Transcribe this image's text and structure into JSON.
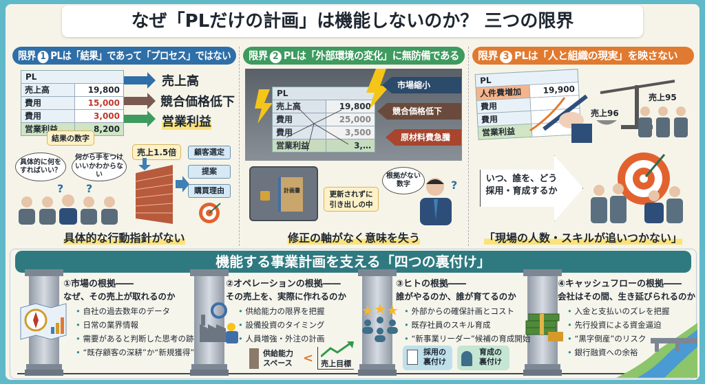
{
  "title": "なぜ「PLだけの計画」は機能しないのか？ 三つの限界",
  "limits": [
    {
      "prefix": "限界",
      "num": "1",
      "heading": "PLは「結果」であって「プロセス」ではない",
      "color": "#2f6fa8",
      "pl": {
        "label": "PL",
        "rows": [
          {
            "item": "売上高",
            "value": "19,800"
          },
          {
            "item": "費用",
            "value": "15,000"
          },
          {
            "item": "費用",
            "value": "3,000"
          },
          {
            "item": "営業利益",
            "value": "8,200"
          }
        ]
      },
      "arrow_labels": [
        "売上高",
        "競合価格低下",
        "営業利益"
      ],
      "callout": "結果の数字",
      "bubbles": [
        "具体的に何をすればいい？",
        "何から手をつけいいかわからない"
      ],
      "target_label": "売上1.5倍",
      "flow": [
        "顧客選定",
        "提案",
        "購買理由"
      ],
      "caption": "具体的な行動指針がない"
    },
    {
      "prefix": "限界",
      "num": "2",
      "heading": "PLは「外部環境の変化」に無防備である",
      "color": "#3e9a5e",
      "pl": {
        "label": "PL",
        "rows": [
          {
            "item": "売上高",
            "value": "19,800"
          },
          {
            "item": "費用",
            "value": "25,000"
          },
          {
            "item": "費用",
            "value": "3,500"
          },
          {
            "item": "営業利益",
            "value": "3,…"
          }
        ]
      },
      "forces": [
        "市場縮小",
        "競合価格低下",
        "原材料費急騰"
      ],
      "safe_doc": "計画書",
      "callout": "更新されずに引き出しの中",
      "bubble": "根拠がない数字",
      "caption": "修正の軸がなく意味を失う"
    },
    {
      "prefix": "限界",
      "num": "3",
      "heading": "PLは「人と組織の現実」を映さない",
      "color": "#e07a30",
      "pl": {
        "label": "PL",
        "value": "19,900",
        "rows": [
          "人件費増加",
          "費用",
          "費用",
          "営業利益"
        ]
      },
      "scale": [
        "売上96",
        "売上95"
      ],
      "arrow_text": [
        "いつ、誰を、どう",
        "採用・育成するか"
      ],
      "caption": "「現場の人数・スキルが追いつかない」"
    }
  ],
  "supports": {
    "heading": "機能する事業計画を支える「四つの裏付け」",
    "items": [
      {
        "title": "①市場の根拠――",
        "question": "なぜ、その売上が取れるのか",
        "points": [
          "自社の過去数年のデータ",
          "日常の業界情報",
          "需要があると判断した思考の跡",
          "“既存顧客の深耕”か“新規獲得”"
        ]
      },
      {
        "title": "②オペレーションの根拠――",
        "question": "その売上を、実際に作れるのか",
        "points": [
          "供給能力の限界を把握",
          "設備投資のタイミング",
          "人員増強・外注の計画"
        ],
        "compare": [
          "供給能力スペース",
          "<",
          "売上目標"
        ]
      },
      {
        "title": "③ヒトの根拠――",
        "question": "誰がやるのか、誰が育てるのか",
        "points": [
          "外部からの確保計画とコスト",
          "既存社員のスキル育成",
          "“新事業リーダー”候補の育成開始"
        ],
        "badges": [
          "採用の裏付け",
          "育成の裏付け"
        ]
      },
      {
        "title": "④キャッシュフローの根拠――",
        "question": "会社はその間、生き延びられるのか",
        "points": [
          "入金と支払いのズレを把握",
          "先行投資による資金逼迫",
          "“黒字倒産”のリスク",
          "銀行融資への余裕"
        ]
      }
    ]
  }
}
